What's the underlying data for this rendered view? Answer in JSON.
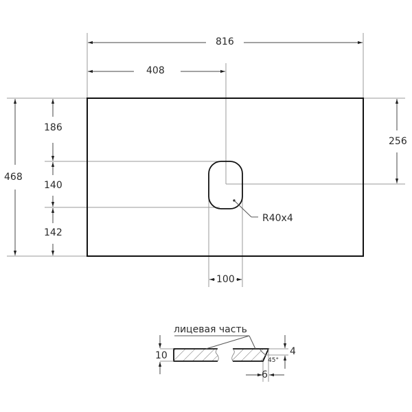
{
  "drawing": {
    "units": "mm",
    "overall": {
      "width_label": "816",
      "height_label": "468"
    },
    "cutout": {
      "center_x_label": "408",
      "center_y_from_right_label": "256",
      "top_offset_label": "186",
      "height_label": "140",
      "bottom_offset_label": "142",
      "width_label": "100",
      "radius_label": "R40x4"
    },
    "section": {
      "face_label": "лицевая часть",
      "thickness_label": "10",
      "chamfer_height_label": "4",
      "chamfer_angle_label": "45°",
      "chamfer_width_label": "6"
    },
    "colors": {
      "outline": "#111111",
      "dim_line": "#555555",
      "ext_line": "#9a9a9a",
      "text": "#2a2a2a"
    }
  }
}
